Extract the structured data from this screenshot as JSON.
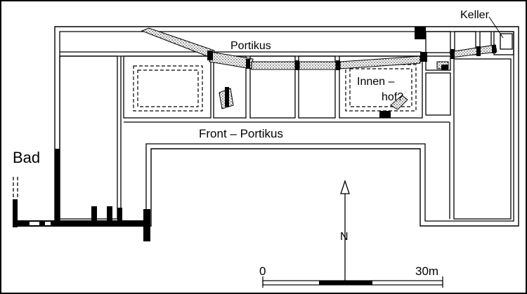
{
  "labels": {
    "keller": "Keller",
    "portikus": "Portikus",
    "innen": "Innen –",
    "hof": "hof?",
    "front_portikus": "Front – Portikus",
    "bad": "Bad",
    "north": "N",
    "scale_start": "0",
    "scale_end": "30m"
  },
  "colors": {
    "ink": "#000000",
    "paper": "#ffffff",
    "stipple": "#d6d6d6"
  }
}
